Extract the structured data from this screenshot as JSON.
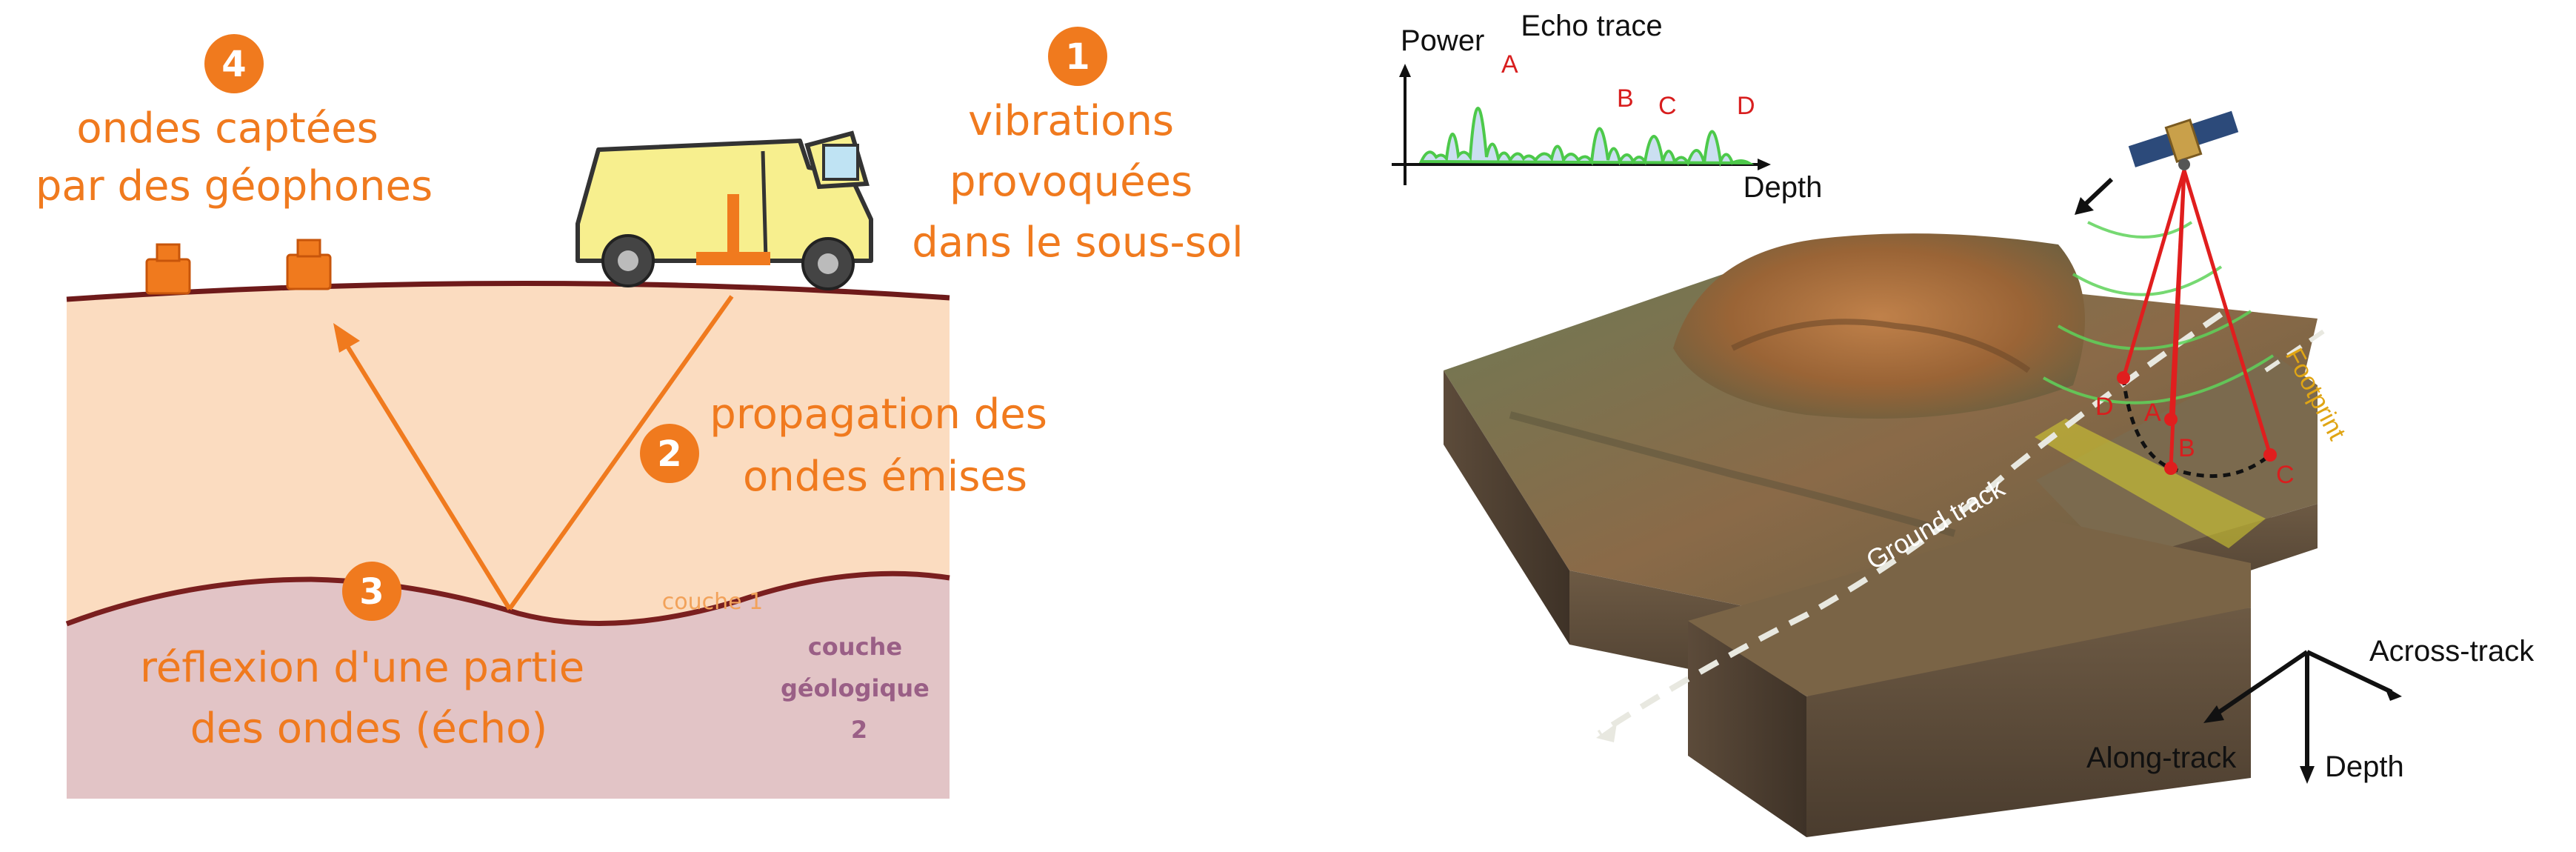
{
  "left": {
    "step1": {
      "number": "1",
      "lines": [
        "vibrations",
        "provoquées",
        "dans le sous-sol"
      ]
    },
    "step2": {
      "number": "2",
      "lines": [
        "propagation des",
        "ondes émises"
      ]
    },
    "step3": {
      "number": "3",
      "lines": [
        "réflexion d'une partie",
        "des ondes (écho)"
      ]
    },
    "step4": {
      "number": "4",
      "lines": [
        "ondes captées",
        "par des géophones"
      ]
    },
    "couche1": "couche 1",
    "couche2": [
      "couche",
      "géologique",
      "2"
    ],
    "colors": {
      "accent": "#f07a1e",
      "layer1": "#fbdcc0",
      "layer2": "#e2c4c6",
      "interface": "#7a1f1f",
      "truck": "#f7ef8e"
    },
    "icons": [
      "truck-icon",
      "geophone-icon",
      "vibrator-plate-icon"
    ]
  },
  "right": {
    "echo": {
      "title": "Echo trace",
      "ylabel": "Power",
      "xlabel": "Depth",
      "peaks": [
        "A",
        "B",
        "C",
        "D"
      ]
    },
    "points": [
      "D",
      "A",
      "B",
      "C"
    ],
    "footprint": "Footprint",
    "ground_track": "Ground track",
    "axes": {
      "across": "Across-track",
      "along": "Along-track",
      "depth": "Depth"
    },
    "colors": {
      "beam": "#e01e1e",
      "wave": "#5fd35a",
      "footprint": "#e0a514",
      "terrain": "#8a6a4a"
    },
    "icons": [
      "satellite-icon",
      "direction-arrow-icon"
    ]
  }
}
